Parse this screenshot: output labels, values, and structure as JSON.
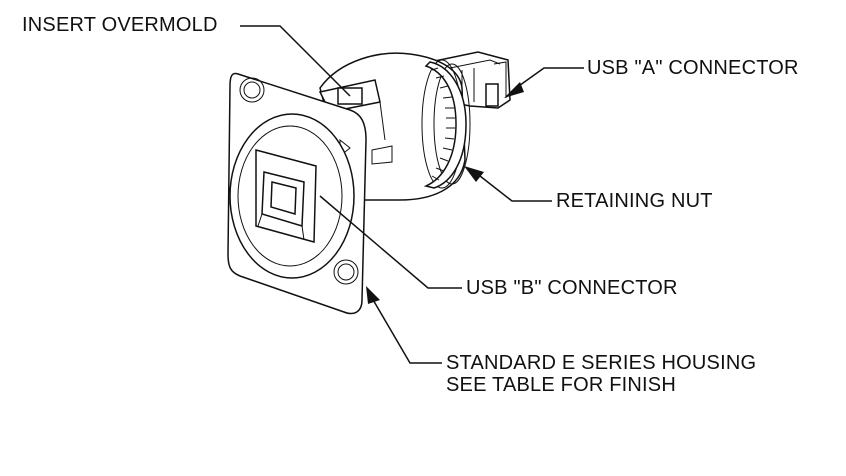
{
  "labels": {
    "insert_overmold": "INSERT OVERMOLD",
    "usb_a_connector": "USB \"A\" CONNECTOR",
    "retaining_nut": "RETAINING NUT",
    "usb_b_connector": "USB \"B\" CONNECTOR",
    "housing_line1": "STANDARD E SERIES HOUSING",
    "housing_line2": "SEE TABLE FOR FINISH"
  }
}
